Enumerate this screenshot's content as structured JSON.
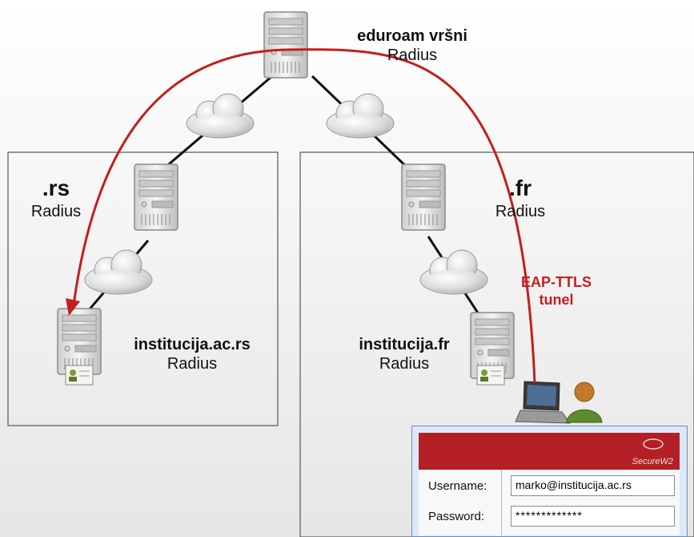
{
  "nodes": {
    "top": {
      "name": "eduroam vršni",
      "role": "Radius"
    },
    "rs": {
      "name": ".rs",
      "role": "Radius"
    },
    "fr": {
      "name": ".fr",
      "role": "Radius"
    },
    "inst_rs": {
      "name": "institucija.ac.rs",
      "role": "Radius"
    },
    "inst_fr": {
      "name": "institucija.fr",
      "role": "Radius"
    }
  },
  "tunnel": {
    "line1": "EAP-TTLS",
    "line2": "tunel",
    "color": "#c21f1f"
  },
  "dialog": {
    "brand": "SecureW2",
    "username_label": "Username:",
    "username_value": "marko@institucija.ac.rs",
    "password_label": "Password:",
    "password_value": "*************"
  }
}
